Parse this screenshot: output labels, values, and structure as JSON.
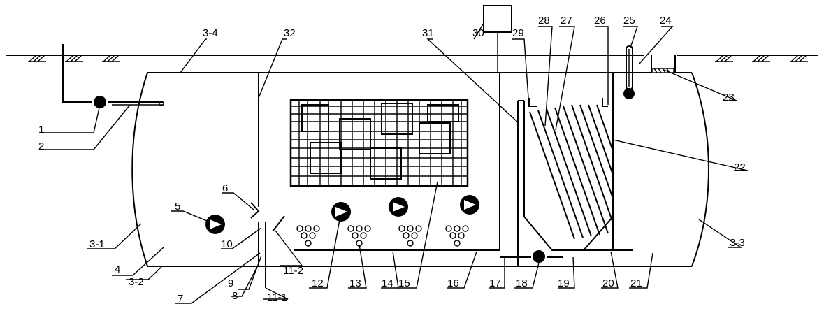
{
  "labels": {
    "l1": "1",
    "l2": "2",
    "l3_4": "3-4",
    "l32": "32",
    "l31": "31",
    "l30": "30",
    "l29": "29",
    "l28": "28",
    "l27": "27",
    "l26": "26",
    "l25": "25",
    "l24": "24",
    "l23": "23",
    "l22": "22",
    "l3_1": "3-1",
    "l3_2": "3-2",
    "l3_3": "3-3",
    "l4": "4",
    "l5": "5",
    "l6": "6",
    "l7": "7",
    "l8": "8",
    "l9": "9",
    "l10": "10",
    "l11_1": "11-1",
    "l11_2": "11-2",
    "l12": "12",
    "l13": "13",
    "l14": "14",
    "l15": "15",
    "l16": "16",
    "l17": "17",
    "l18": "18",
    "l19": "19",
    "l20": "20",
    "l21": "21"
  }
}
